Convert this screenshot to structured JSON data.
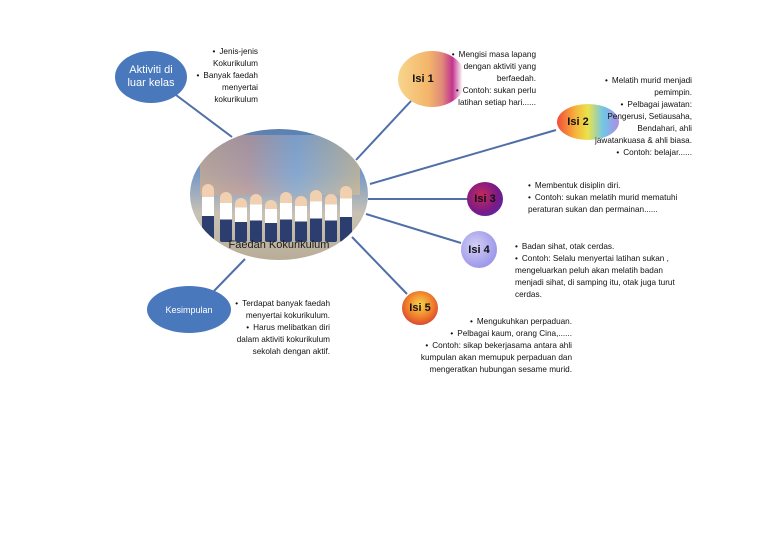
{
  "center": {
    "label": "Faedah Kokurikulum"
  },
  "colors": {
    "node_blue": "#4a78bd",
    "line": "#4f6fa8"
  },
  "nodes": {
    "aktiviti": {
      "label": "Aktiviti di luar kelas"
    },
    "kesimpulan": {
      "label": "Kesimpulan"
    },
    "isi1": {
      "label": "Isi 1"
    },
    "isi2": {
      "label": "Isi 2"
    },
    "isi3": {
      "label": "Isi 3"
    },
    "isi4": {
      "label": "Isi 4"
    },
    "isi5": {
      "label": "Isi 5"
    }
  },
  "aktiviti_points": [
    "Jenis-jenis Kokurikulum",
    "Banyak faedah menyertai kokurikulum"
  ],
  "kesimpulan_points": [
    "Terdapat banyak faedah menyertai kokurikulum.",
    "Harus melibatkan diri dalam aktiviti kokurikulum sekolah dengan aktif."
  ],
  "isi1_points": [
    "Mengisi masa lapang dengan aktiviti yang berfaedah.",
    "Contoh: sukan perlu latihan setiap hari......"
  ],
  "isi2_points": [
    "Melatih murid menjadi pemimpin.",
    "Pelbagai jawatan: Pengerusi, Setiausaha, Bendahari, ahli jawatankuasa & ahli biasa.",
    "Contoh: belajar......"
  ],
  "isi3_points": [
    "Membentuk disiplin diri.",
    "Contoh: sukan melatih murid mematuhi peraturan sukan dan permainan......"
  ],
  "isi4_points": [
    "Badan sihat, otak cerdas.",
    "Contoh: Selalu menyertai latihan sukan , mengeluarkan peluh akan melatih badan menjadi sihat, di samping itu, otak juga turut cerdas."
  ],
  "isi5_points": [
    "Mengukuhkan perpaduan.",
    "Pelbagai kaum, orang Cina,......",
    "Contoh: sikap bekerjasama antara ahli kumpulan akan memupuk perpaduan dan mengeratkan hubungan sesame murid."
  ]
}
